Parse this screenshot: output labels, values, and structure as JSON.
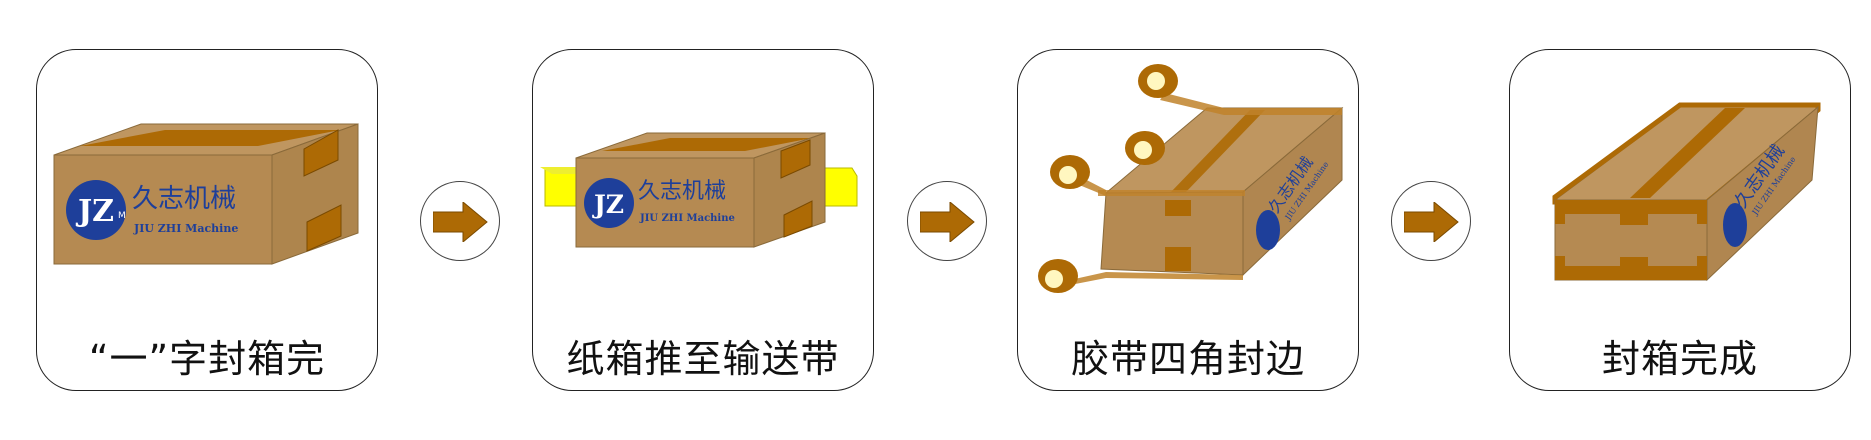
{
  "steps": [
    {
      "caption": "“一”字封箱完"
    },
    {
      "caption": "纸箱推至输送带"
    },
    {
      "caption": "胶带四角封边"
    },
    {
      "caption": "封箱完成"
    }
  ],
  "logo": {
    "mark": "JZ",
    "mark_small": "M",
    "name_cn": "久志机械",
    "name_en": "JIU ZHI Machine"
  },
  "icons": {
    "step_arrow": "right-arrow-icon"
  },
  "colors": {
    "box": "#B58A52",
    "box_side": "#A9804B",
    "tape": "#AD6A05",
    "logo_blue": "#1E3F9A",
    "conveyor": "#FFFF00"
  }
}
